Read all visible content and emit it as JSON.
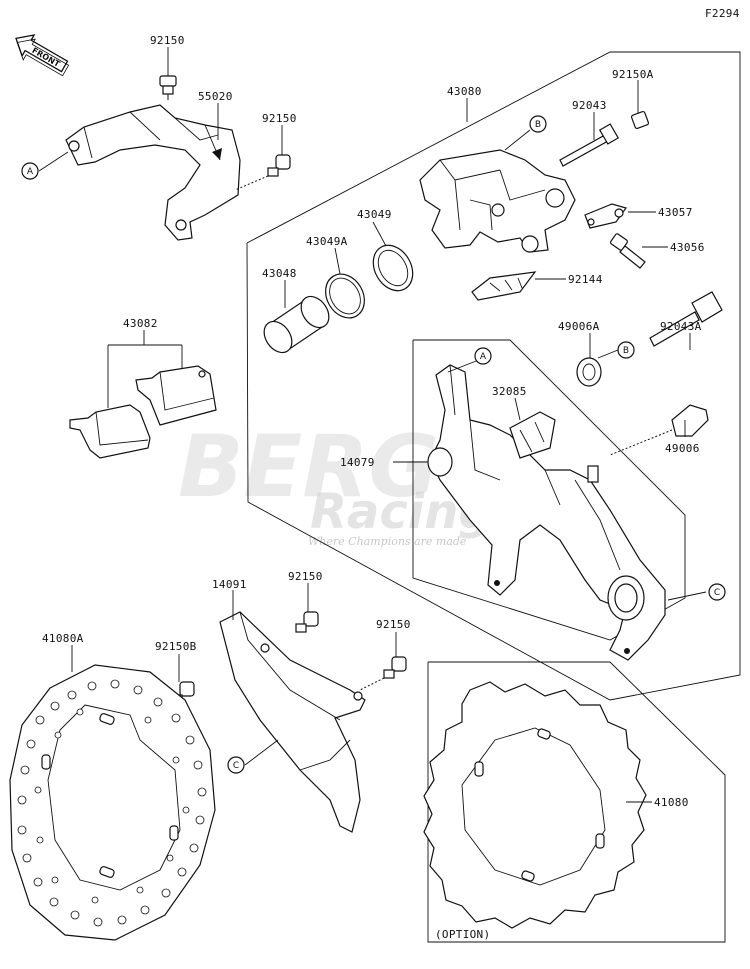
{
  "diagram_code": "F2294",
  "front_label": "FRONT",
  "option_label": "(OPTION)",
  "watermark": {
    "logo": "BERG",
    "sub": "Racing",
    "tagline": "Where Champions are made"
  },
  "callouts": {
    "a": "A",
    "b": "B",
    "c": "C"
  },
  "parts": {
    "bolt_top": "92150",
    "bracket": "55020",
    "bolt_bracket": "92150",
    "caliper": "43080",
    "pin_cap": "92150A",
    "pin": "92043",
    "bleeder_cap": "43057",
    "bleeder_valve": "43056",
    "seal_43049": "43049",
    "seal_43049a": "43049A",
    "piston": "43048",
    "spring": "92144",
    "pads": "43082",
    "boot": "49006A",
    "pin_bolt": "92043A",
    "pad_spring": "32085",
    "holder": "14079",
    "boot_b": "49006",
    "guard": "14091",
    "guard_bolt_top": "92150",
    "guard_bolt_right": "92150",
    "disc_bolt": "92150B",
    "disc_std": "41080A",
    "disc_option": "41080"
  }
}
